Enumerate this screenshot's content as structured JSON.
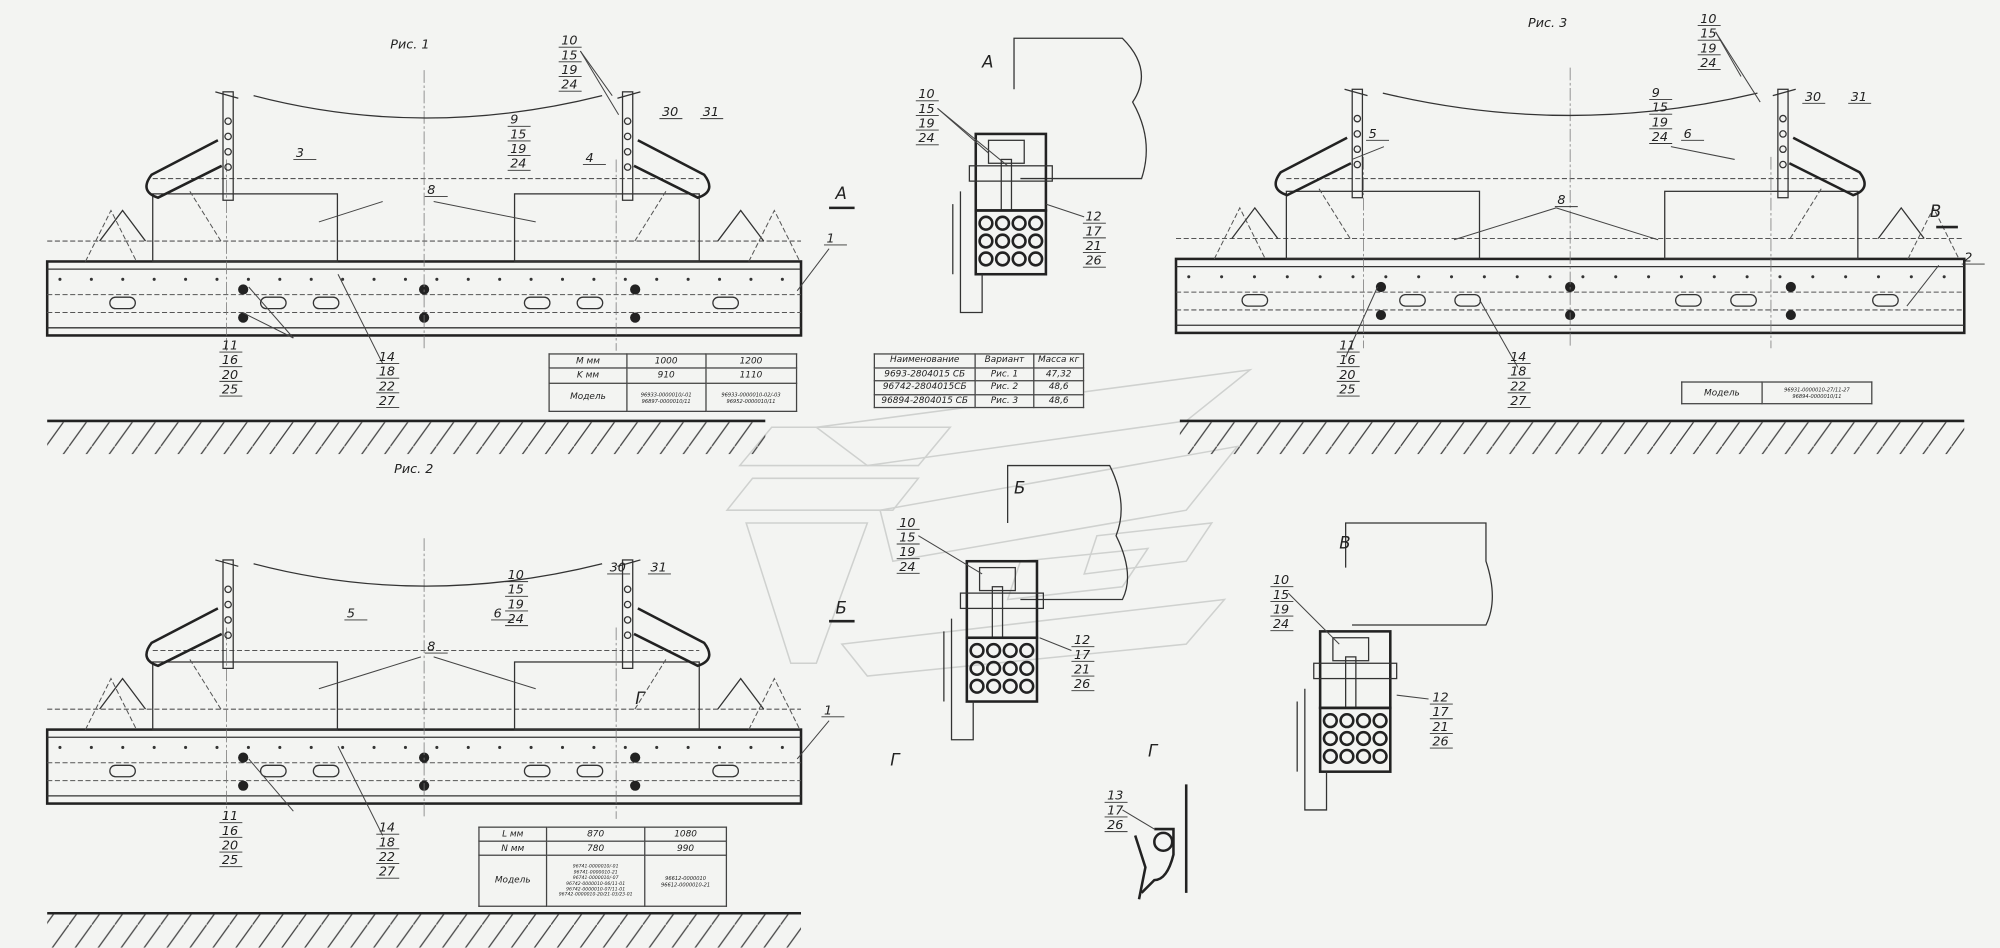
{
  "colors": {
    "background": "#f3f4f2",
    "line": "#333333"
  },
  "figures": {
    "fig1": {
      "title": "Рис. 1"
    },
    "fig2": {
      "title": "Рис. 2"
    },
    "fig3": {
      "title": "Рис. 3"
    }
  },
  "callouts": {
    "f1_top": [
      "10",
      "15",
      "19",
      "24"
    ],
    "f1_3": [
      "3"
    ],
    "f1_4": [
      "4"
    ],
    "f1_9": [
      "9",
      "15",
      "19",
      "24"
    ],
    "f1_30": [
      "30"
    ],
    "f1_31": [
      "31"
    ],
    "f1_8": [
      "8"
    ],
    "f1_1": [
      "1"
    ],
    "f1_11": [
      "11",
      "16",
      "20",
      "25"
    ],
    "f1_14": [
      "14",
      "18",
      "22",
      "27"
    ],
    "f1_A": [
      "А"
    ],
    "f3_top": [
      "10",
      "15",
      "19",
      "24"
    ],
    "f3_9": [
      "9",
      "15",
      "19",
      "24"
    ],
    "f3_5": [
      "5"
    ],
    "f3_6": [
      "6"
    ],
    "f3_30": [
      "30"
    ],
    "f3_31": [
      "31"
    ],
    "f3_8": [
      "8"
    ],
    "f3_2": [
      "2"
    ],
    "f3_11": [
      "11",
      "16",
      "20",
      "25"
    ],
    "f3_14": [
      "14",
      "18",
      "22",
      "27"
    ],
    "f3_V": [
      "В"
    ],
    "f2_top": [
      "10",
      "15",
      "19",
      "24"
    ],
    "f2_30": [
      "30"
    ],
    "f2_31": [
      "31"
    ],
    "f2_5": [
      "5"
    ],
    "f2_6": [
      "6"
    ],
    "f2_8": [
      "8"
    ],
    "f2_1": [
      "1"
    ],
    "f2_G": [
      "Г"
    ],
    "f2_11": [
      "11",
      "16",
      "20",
      "25"
    ],
    "f2_14": [
      "14",
      "18",
      "22",
      "27"
    ],
    "A_label": [
      "А"
    ],
    "A_top": [
      "10",
      "15",
      "19",
      "24"
    ],
    "A_12": [
      "12",
      "17",
      "21",
      "26"
    ],
    "B_label": [
      "Б"
    ],
    "B_arrow": [
      "Б"
    ],
    "B_top": [
      "10",
      "15",
      "19",
      "24"
    ],
    "B_12": [
      "12",
      "17",
      "21",
      "26"
    ],
    "B_G": [
      "Г"
    ],
    "V_label": [
      "В"
    ],
    "V_top": [
      "10",
      "15",
      "19",
      "24"
    ],
    "V_12": [
      "12",
      "17",
      "21",
      "26"
    ],
    "G_label": [
      "Г"
    ],
    "G_13": [
      "13",
      "17",
      "26"
    ]
  },
  "table_fig1": {
    "rows": [
      {
        "head": "M мм",
        "c1": "1000",
        "c2": "1200"
      },
      {
        "head": "K мм",
        "c1": "910",
        "c2": "1110"
      },
      {
        "head": "Модель",
        "c1": "96933-0000010/-01\n96897-0000010/11",
        "c2": "96933-0000010-02/-03\n96952-0000010/11"
      }
    ]
  },
  "table_variants": {
    "headers": [
      "Наименование",
      "Вариант",
      "Масса кг"
    ],
    "rows": [
      [
        "9693-2804015 СБ",
        "Рис. 1",
        "47,32"
      ],
      [
        "96742-2804015СБ",
        "Рис. 2",
        "48,6"
      ],
      [
        "96894-2804015 СБ",
        "Рис. 3",
        "48,6"
      ]
    ]
  },
  "table_fig2": {
    "rows": [
      {
        "head": "L мм",
        "c1": "870",
        "c2": "1080"
      },
      {
        "head": "N мм",
        "c1": "780",
        "c2": "990"
      },
      {
        "head": "Модель",
        "c1": "96741-0000010/-01\n96741-0000010-21\n96741-0000010/-07\n96742-0000010-06/11-01\n96742-0000010-07/11-01\n96742-0000010-20/21-03/23-01",
        "c2": "96612-0000010\n96612-0000010-21"
      }
    ]
  },
  "table_fig3": {
    "head": "Модель",
    "value": "96931-0000010-27/11-27\n96894-0000010/11"
  }
}
